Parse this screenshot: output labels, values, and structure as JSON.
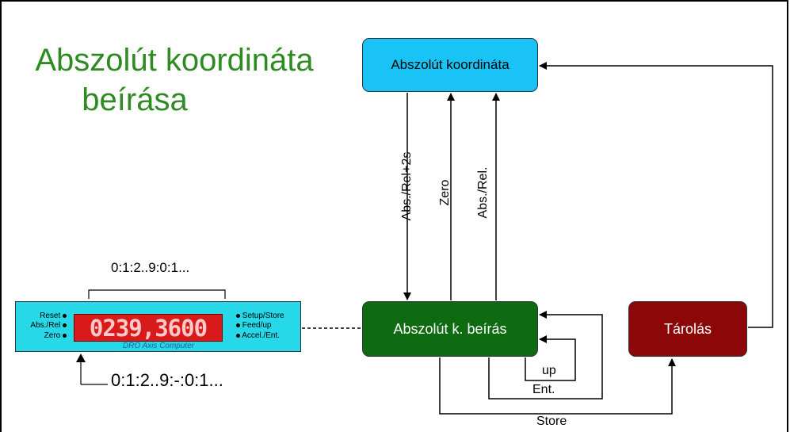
{
  "title": {
    "line1": "Abszolút koordináta",
    "line2": "beírása"
  },
  "nodes": {
    "absolute": "Abszolút koordináta",
    "input": "Abszolút k. beírás",
    "store": "Tárolás"
  },
  "edges": {
    "abs_rel_2s": "Abs./Rel+2s",
    "zero": "Zero",
    "abs_rel": "Abs./Rel.",
    "up": "up",
    "ent": "Ent.",
    "store": "Store"
  },
  "dro": {
    "left_labels": [
      "Reset",
      "Abs./Rel",
      "Zero"
    ],
    "right_labels": [
      "Setup/Store",
      "Feed/up",
      "Accel./Ent."
    ],
    "display": "0239,3600",
    "subtitle": "DRO Axis Computer",
    "sequence_top": "0:1:2..9:0:1...",
    "sequence_bottom": "0:1:2..9:-:0:1..."
  },
  "colors": {
    "title": "#2e8b22",
    "absolute_node": "#1ac3f5",
    "input_node": "#0f6b12",
    "store_node": "#8c0808",
    "dro_panel": "#27d8e8",
    "led": "#d91a1a"
  }
}
